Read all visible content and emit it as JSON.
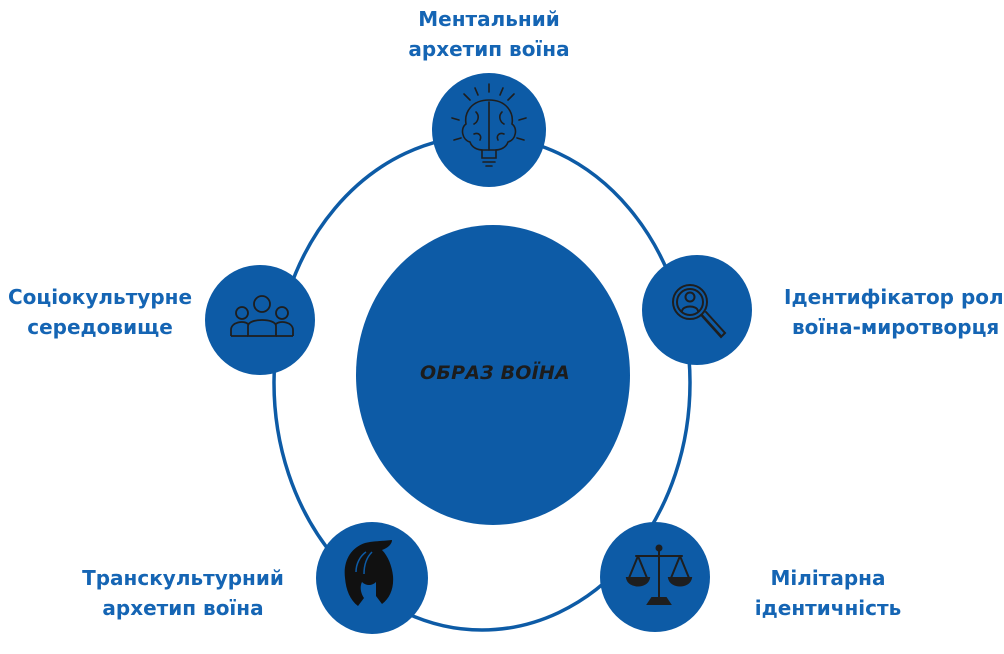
{
  "center": {
    "label": "ОБРАЗ ВОЇНА"
  },
  "nodes": [
    {
      "id": "mental",
      "icon": "brain-lightbulb-icon",
      "line1": "Ментальний",
      "line2": "архетип воїна"
    },
    {
      "id": "role",
      "icon": "person-magnifier-icon",
      "line1": "Ідентифікатор ролі",
      "line2": "воїна-миротворця"
    },
    {
      "id": "military",
      "icon": "scales-icon",
      "line1": "Мілітарна",
      "line2": "ідентичність"
    },
    {
      "id": "transcultural",
      "icon": "spartan-helmet-icon",
      "line1": "Транскультурний",
      "line2": "архетип воїна"
    },
    {
      "id": "sociocultural",
      "icon": "people-group-icon",
      "line1": "Соціокультурне",
      "line2": "середовище"
    }
  ],
  "colors": {
    "node_fill": "#0d5ba6",
    "ring_stroke": "#0d5ba6",
    "label": "#1565b4",
    "icon": "#1e1e1e"
  }
}
